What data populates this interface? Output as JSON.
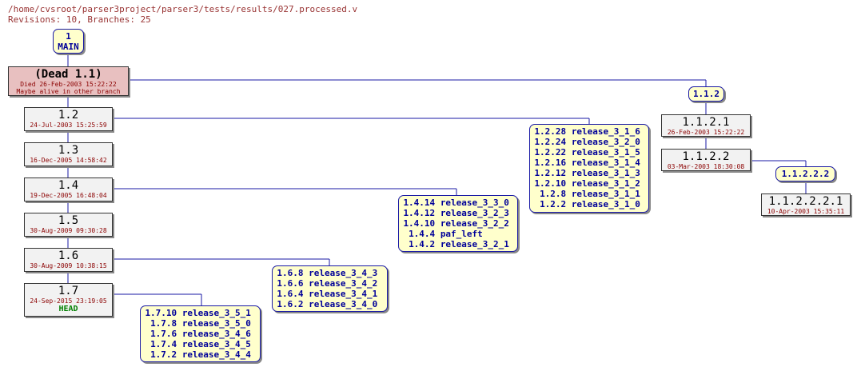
{
  "header": {
    "path": "/home/cvsroot/parser3project/parser3/tests/results/027.processed.v",
    "revisions": "Revisions: 10, Branches: 25"
  },
  "trunk": {
    "id": "1",
    "name": "MAIN"
  },
  "dead": {
    "title": "(Dead 1.1)",
    "line1": "Died 26-Feb-2003 15:22:22",
    "line2": "Maybe alive in other branch"
  },
  "revisions": [
    {
      "rev": "1.2",
      "date": "24-Jul-2003 15:25:59"
    },
    {
      "rev": "1.3",
      "date": "16-Dec-2005 14:58:42"
    },
    {
      "rev": "1.4",
      "date": "19-Dec-2005 16:48:04"
    },
    {
      "rev": "1.5",
      "date": "30-Aug-2009 09:30:28"
    },
    {
      "rev": "1.6",
      "date": "30-Aug-2009 10:38:15"
    },
    {
      "rev": "1.7",
      "date": "24-Sep-2015 23:19:05",
      "tag": "HEAD"
    }
  ],
  "branch_112": {
    "label": "1.1.2",
    "revs": [
      {
        "rev": "1.1.2.1",
        "date": "26-Feb-2003 15:22:22"
      },
      {
        "rev": "1.1.2.2",
        "date": "03-Mar-2003 18:30:08"
      }
    ],
    "sub_label": "1.1.2.2.2",
    "sub_rev": {
      "rev": "1.1.2.2.2.1",
      "date": "10-Apr-2003 15:35:11"
    }
  },
  "branch_lists": [
    {
      "id": "b12",
      "rows": [
        {
          "rev": "1.2.28",
          "name": "release_3_1_6"
        },
        {
          "rev": "1.2.24",
          "name": "release_3_2_0"
        },
        {
          "rev": "1.2.22",
          "name": "release_3_1_5"
        },
        {
          "rev": "1.2.16",
          "name": "release_3_1_4"
        },
        {
          "rev": "1.2.12",
          "name": "release_3_1_3"
        },
        {
          "rev": "1.2.10",
          "name": "release_3_1_2"
        },
        {
          "rev": "1.2.8",
          "name": "release_3_1_1"
        },
        {
          "rev": "1.2.2",
          "name": "release_3_1_0"
        }
      ]
    },
    {
      "id": "b14",
      "rows": [
        {
          "rev": "1.4.14",
          "name": "release_3_3_0"
        },
        {
          "rev": "1.4.12",
          "name": "release_3_2_3"
        },
        {
          "rev": "1.4.10",
          "name": "release_3_2_2"
        },
        {
          "rev": "1.4.4",
          "name": "paf_left"
        },
        {
          "rev": "1.4.2",
          "name": "release_3_2_1"
        }
      ]
    },
    {
      "id": "b16",
      "rows": [
        {
          "rev": "1.6.8",
          "name": "release_3_4_3"
        },
        {
          "rev": "1.6.6",
          "name": "release_3_4_2"
        },
        {
          "rev": "1.6.4",
          "name": "release_3_4_1"
        },
        {
          "rev": "1.6.2",
          "name": "release_3_4_0"
        }
      ]
    },
    {
      "id": "b17",
      "rows": [
        {
          "rev": "1.7.10",
          "name": "release_3_5_1"
        },
        {
          "rev": "1.7.8",
          "name": "release_3_5_0"
        },
        {
          "rev": "1.7.6",
          "name": "release_3_4_6"
        },
        {
          "rev": "1.7.4",
          "name": "release_3_4_5"
        },
        {
          "rev": "1.7.2",
          "name": "release_3_4_4"
        }
      ]
    }
  ]
}
